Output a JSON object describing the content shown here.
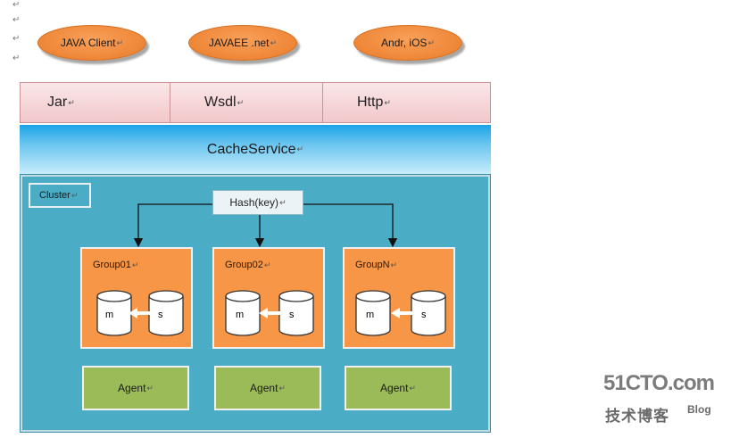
{
  "para_mark": "↵",
  "clients": [
    "JAVA Client",
    "JAVAEE .net",
    "Andr, iOS"
  ],
  "api_layer": [
    "Jar",
    "Wsdl",
    "Http"
  ],
  "service": "CacheService",
  "cluster": {
    "label": "Cluster",
    "hash": "Hash(key)",
    "groups": [
      {
        "label": "Group01",
        "master": "m",
        "slave": "s"
      },
      {
        "label": "Group02",
        "master": "m",
        "slave": "s"
      },
      {
        "label": "GroupN",
        "master": "m",
        "slave": "s"
      }
    ],
    "agents": [
      "Agent",
      "Agent",
      "Agent"
    ]
  },
  "watermark": {
    "domain": "51CTO.com",
    "cn": "技术博客",
    "blog": "Blog"
  },
  "colors": {
    "client_orange": "#f08a3c",
    "api_pink": "#f1c7ca",
    "cache_blue": "#1aa3e6",
    "cluster_teal": "#4bacc6",
    "group_orange": "#f79646",
    "agent_green": "#9bbb59"
  }
}
